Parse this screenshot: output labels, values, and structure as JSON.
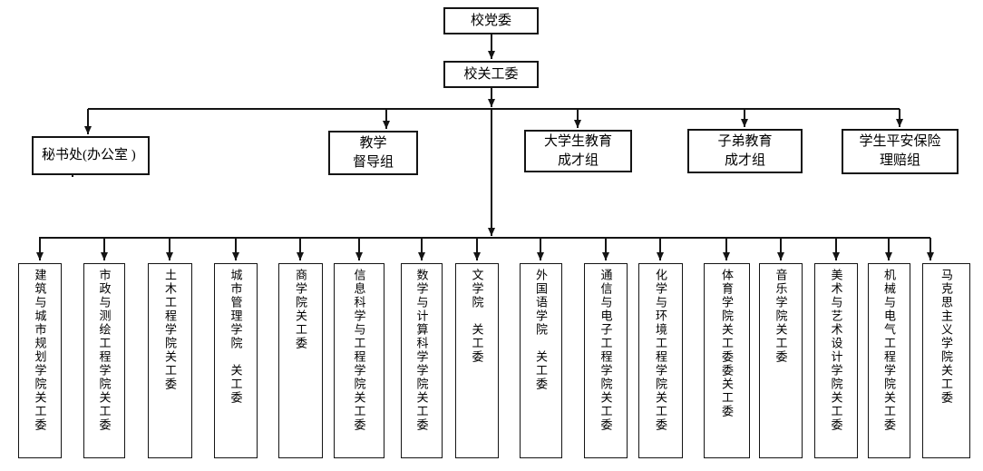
{
  "colors": {
    "line": "#141414",
    "box_border": "#141414",
    "background": "#ffffff",
    "text": "#000000"
  },
  "org": {
    "top": {
      "label": "校党委"
    },
    "committee": {
      "label": "校关工委"
    },
    "groups": [
      {
        "line1": "秘书处(办公室 )",
        "line2": ""
      },
      {
        "line1": "教学",
        "line2": "督导组"
      },
      {
        "line1": "大学生教育",
        "line2": "成才组"
      },
      {
        "line1": "子弟教育",
        "line2": "成才组"
      },
      {
        "line1": "学生平安保险",
        "line2": "理赔组"
      }
    ],
    "colleges": [
      {
        "label": "建筑与城市规划学院关工委"
      },
      {
        "label": "市政与测绘工程学院关工委"
      },
      {
        "label": "土木工程学院关工委"
      },
      {
        "label": "城市管理学院　关工委"
      },
      {
        "label": "商学院关工委"
      },
      {
        "label": "信息科学与工程学院关工委"
      },
      {
        "label": "数学与计算科学学院关工委"
      },
      {
        "label": "文学院　关工委"
      },
      {
        "label": "外国语学院　关工委"
      },
      {
        "label": "通信与电子工程学院关工委"
      },
      {
        "label": "化学与环境工程学院关工委"
      },
      {
        "label": "体育学院关工委委关工委"
      },
      {
        "label": "音乐学院关工委"
      },
      {
        "label": "美术与艺术设计学院关工委"
      },
      {
        "label": "机械与电气工程学院关工委"
      },
      {
        "label": "马克思主义学院关工委"
      }
    ]
  }
}
